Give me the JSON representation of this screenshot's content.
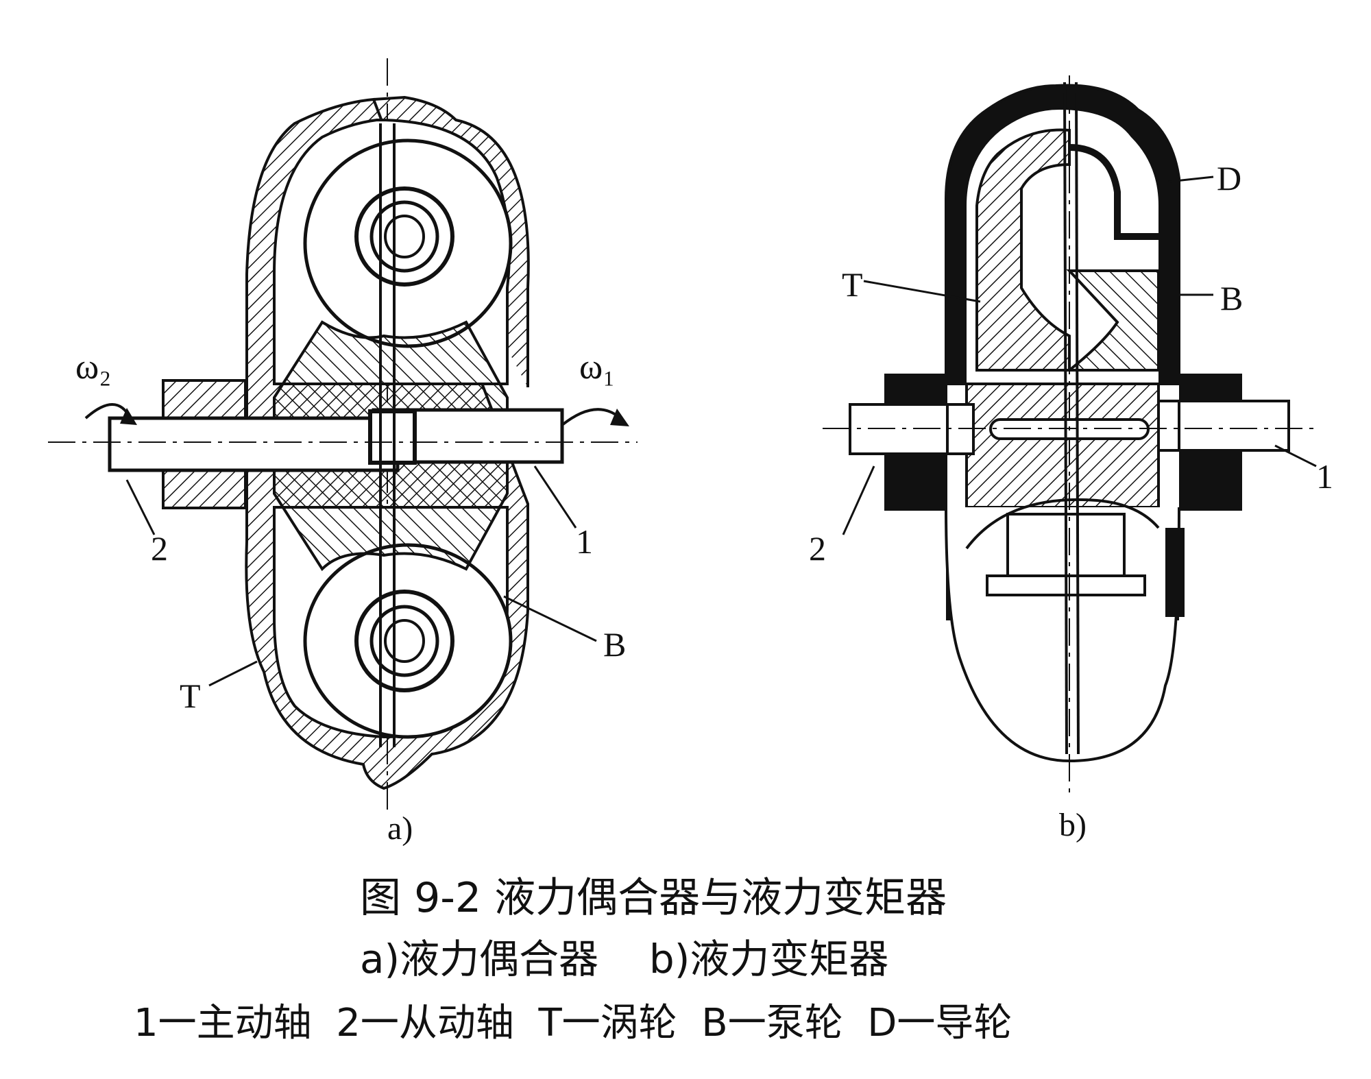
{
  "diagram_a": {
    "sublabel": "a)",
    "labels": {
      "omega2": "ω₂",
      "omega1": "ω₁",
      "shaft_2": "2",
      "shaft_1": "1",
      "pump_B": "B",
      "turbine_T": "T"
    }
  },
  "diagram_b": {
    "sublabel": "b)",
    "labels": {
      "guide_D": "D",
      "turbine_T": "T",
      "pump_B": "B",
      "shaft_2": "2",
      "shaft_1": "1"
    }
  },
  "caption": {
    "line1": "图 9-2 液力偶合器与液力变矩器",
    "line2": "a)液力偶合器    b)液力变矩器",
    "line3": "1一主动轴  2一从动轴  T一涡轮  B一泵轮  D一导轮"
  },
  "colors": {
    "ink": "#111111",
    "background": "#ffffff"
  },
  "icons": {
    "rotation_arrow": "curved-arrow-icon"
  }
}
